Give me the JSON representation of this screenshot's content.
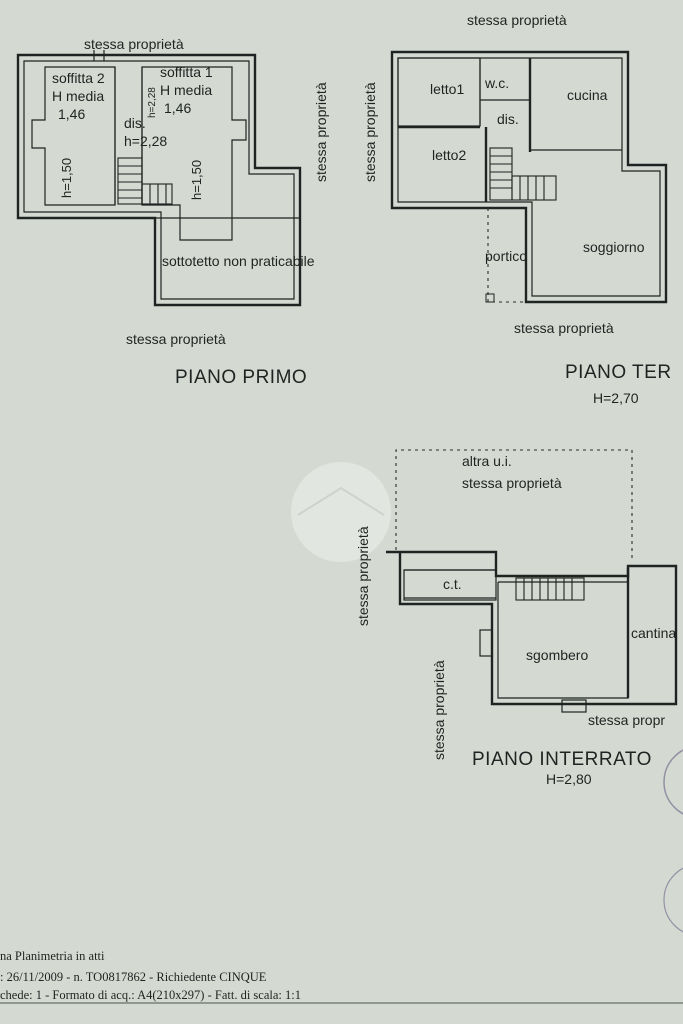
{
  "piano_primo": {
    "title": "PIANO PRIMO",
    "adjacent_top": "stessa proprietà",
    "adjacent_right": "stessa proprietà",
    "adjacent_bottom": "stessa proprietà",
    "soffitta2": {
      "name": "soffitta 2",
      "h_label": "H media",
      "h_value": "1,46"
    },
    "soffitta1": {
      "name": "soffitta 1",
      "h_label": "H media",
      "h_value": "1,46"
    },
    "dis": {
      "name": "dis.",
      "h": "h=2,28"
    },
    "small_h_left": "h=1,50",
    "small_h_mid": "h=2,28",
    "small_h_right": "h=1,50",
    "sottotetto": "sottotetto non praticabile"
  },
  "piano_terra": {
    "title": "PIANO TER",
    "height": "H=2,70",
    "adjacent_top": "stessa proprietà",
    "adjacent_left": "stessa proprietà",
    "adjacent_bottom": "stessa proprietà",
    "rooms": {
      "letto1": "letto1",
      "wc": "w.c.",
      "cucina": "cucina",
      "dis": "dis.",
      "letto2": "letto2",
      "portico": "portico",
      "soggiorno": "soggiorno"
    }
  },
  "piano_interrato": {
    "title": "PIANO INTERRATO",
    "height": "H=2,80",
    "top_line1": "altra u.i.",
    "top_line2": "stessa proprietà",
    "adjacent_left_upper": "stessa proprietà",
    "adjacent_left_lower": "stessa proprietà",
    "adjacent_right_bottom": "stessa propr",
    "rooms": {
      "ct": "c.t.",
      "sgombero": "sgombero",
      "cantina": "cantina"
    }
  },
  "footer": {
    "line1": "na Planimetria in atti",
    "line2": ": 26/11/2009 - n. TO0817862 - Richiedente CINQUE",
    "line3": "chede: 1 - Formato di acq.: A4(210x297) - Fatt. di scala: 1:1"
  }
}
